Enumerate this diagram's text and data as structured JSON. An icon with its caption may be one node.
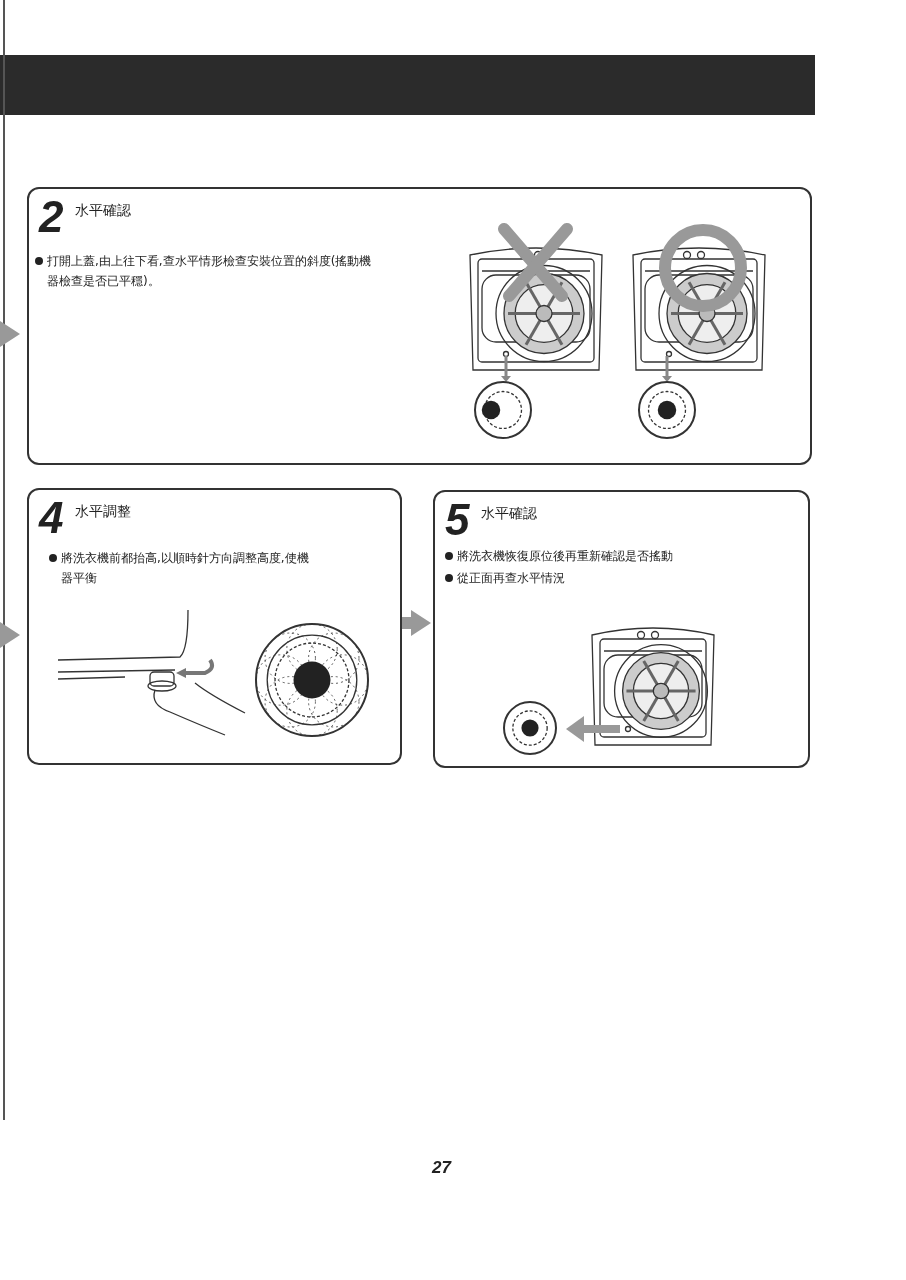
{
  "diagram": {
    "nodes": [
      {
        "text": [
          "2",
          "水平確認",
          "打開上蓋,由上往下看,查水平情形檢查安裝位置的斜度(搖動機器檢查是否已平穩)。"
        ]
      },
      {
        "text": [
          "4",
          "水平調整",
          "將洗衣機前都抬高,以順時針方向調整高度,使機器平衡"
        ]
      },
      {
        "text": [
          "5",
          "水平確認",
          "將洗衣機恢復原位後再重新確認是否搖動",
          "從正面再查水平情況"
        ]
      }
    ],
    "edges": [
      {
        "from": null,
        "to": 0,
        "arrow": "to"
      },
      {
        "from": null,
        "to": 1,
        "arrow": "to"
      },
      {
        "from": 1,
        "to": 2,
        "arrow": "to"
      }
    ],
    "labels": [
      "27"
    ]
  }
}
